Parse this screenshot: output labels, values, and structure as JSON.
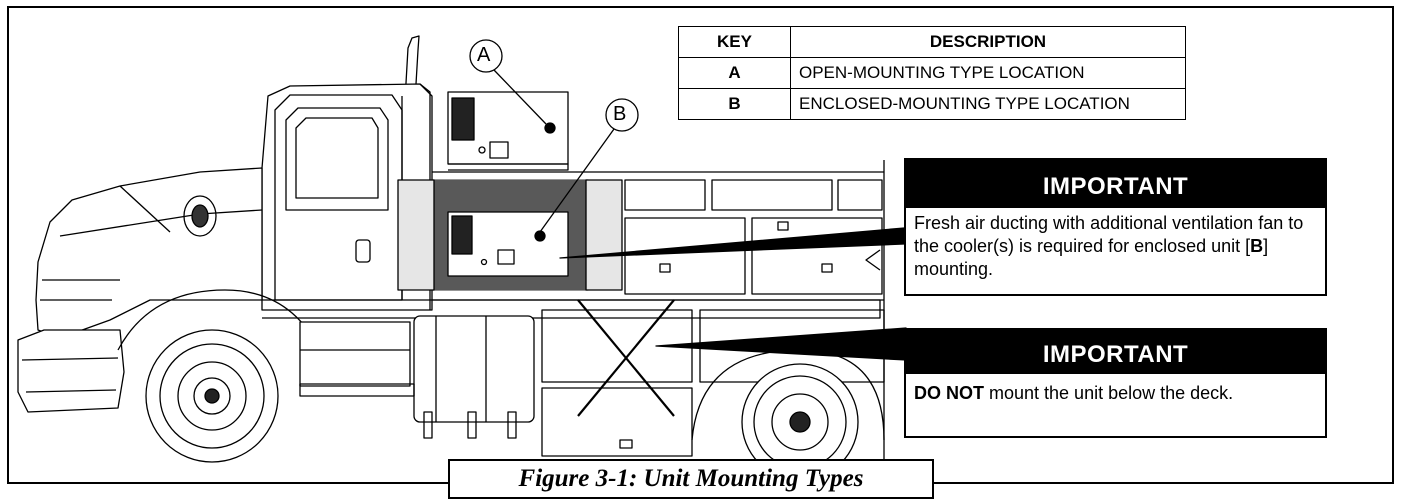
{
  "callouts": {
    "a": "A",
    "b": "B"
  },
  "key_table": {
    "headers": {
      "key": "KEY",
      "description": "DESCRIPTION"
    },
    "rows": [
      {
        "key": "A",
        "description": "OPEN-MOUNTING TYPE LOCATION"
      },
      {
        "key": "B",
        "description": "ENCLOSED-MOUNTING TYPE LOCATION"
      }
    ]
  },
  "important_1": {
    "title": "IMPORTANT",
    "text_before": "Fresh air ducting with additional ventilation fan to the cooler(s) is required for enclosed unit [",
    "text_bold": "B",
    "text_after": "] mounting."
  },
  "important_2": {
    "title": "IMPORTANT",
    "text_bold": "DO NOT",
    "text_after": " mount the unit below the deck."
  },
  "caption": "Figure 3-1: Unit Mounting Types",
  "colors": {
    "enclosure": "#595959",
    "panel": "#e6e6e6",
    "line": "#000000"
  }
}
